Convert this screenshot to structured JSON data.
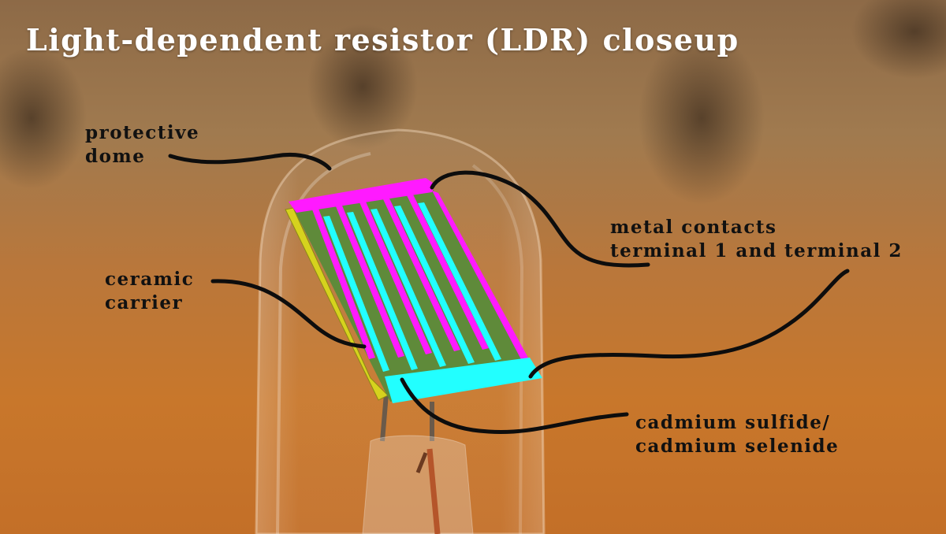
{
  "title": "Light-dependent resistor (LDR) closeup",
  "labels": {
    "protective_dome": [
      "protective",
      "dome"
    ],
    "metal_contacts": [
      "metal contacts",
      "terminal 1 and terminal 2"
    ],
    "ceramic_carrier": [
      "ceramic",
      "carrier"
    ],
    "cadmium": [
      "cadmium sulfide/",
      "cadmium selenide"
    ]
  },
  "colors": {
    "metal_terminal_1": "#ff1aff",
    "metal_terminal_2": "#22ffff",
    "ceramic_edge": "#d6d21e",
    "semiconductor": "#5f8a3a",
    "leader_lines": "#0d0d0d",
    "title_text": "#ffffff",
    "label_text": "#111111"
  }
}
